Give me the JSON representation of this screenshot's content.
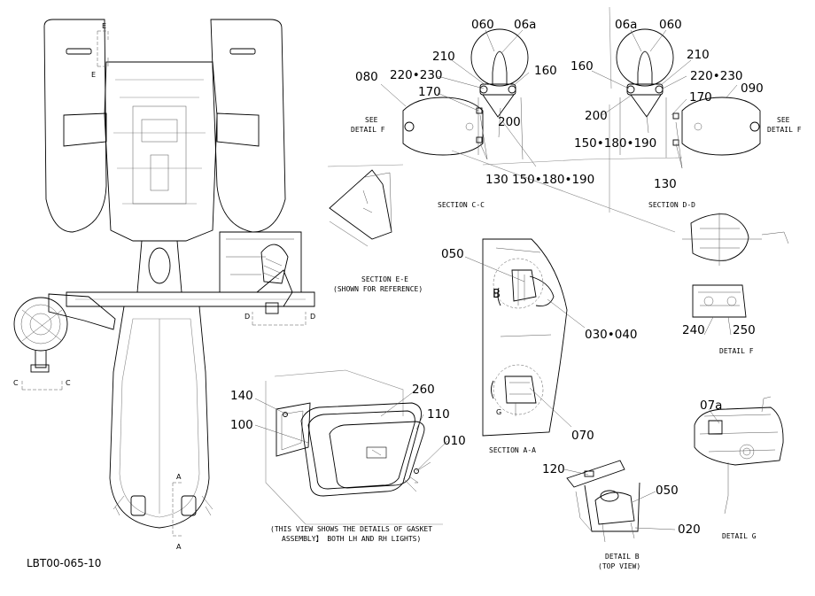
{
  "drawing": {
    "code": "LBT00-065-10",
    "sections": {
      "ee_label": "SECTION E-E",
      "ee_note": "(SHOWN FOR REFERENCE)",
      "cc": "SECTION C-C",
      "dd": "SECTION D-D",
      "aa": "SECTION A-A"
    },
    "details": {
      "f": "DETAIL  F",
      "g": "DETAIL  G",
      "b": "DETAIL  B",
      "b_sub": "(TOP VIEW)",
      "see_f_1": "SEE",
      "see_f_2": "DETAIL  F"
    },
    "gasket_note_1": "(THIS VIEW SHOWS THE DETAILS OF GASKET",
    "gasket_note_2": "ASSEMBLY】 BOTH LH AND RH LIGHTS)",
    "cut_marks": {
      "e": "E",
      "c": "C",
      "d": "D",
      "a": "A",
      "b": "B",
      "g": "G"
    },
    "parts": {
      "p060": "060",
      "p06a": "06a",
      "p210": "210",
      "p220_230": "220•230",
      "p160": "160",
      "p080": "080",
      "p170": "170",
      "p200": "200",
      "p130": "130",
      "p150_180_190": "150•180•190",
      "p090": "090",
      "p050": "050",
      "p030_040": "030•040",
      "p240": "240",
      "p250": "250",
      "p070": "070",
      "p140": "140",
      "p260": "260",
      "p100": "100",
      "p110": "110",
      "p010": "010",
      "p07a": "07a",
      "p120": "120",
      "p020": "020"
    }
  }
}
